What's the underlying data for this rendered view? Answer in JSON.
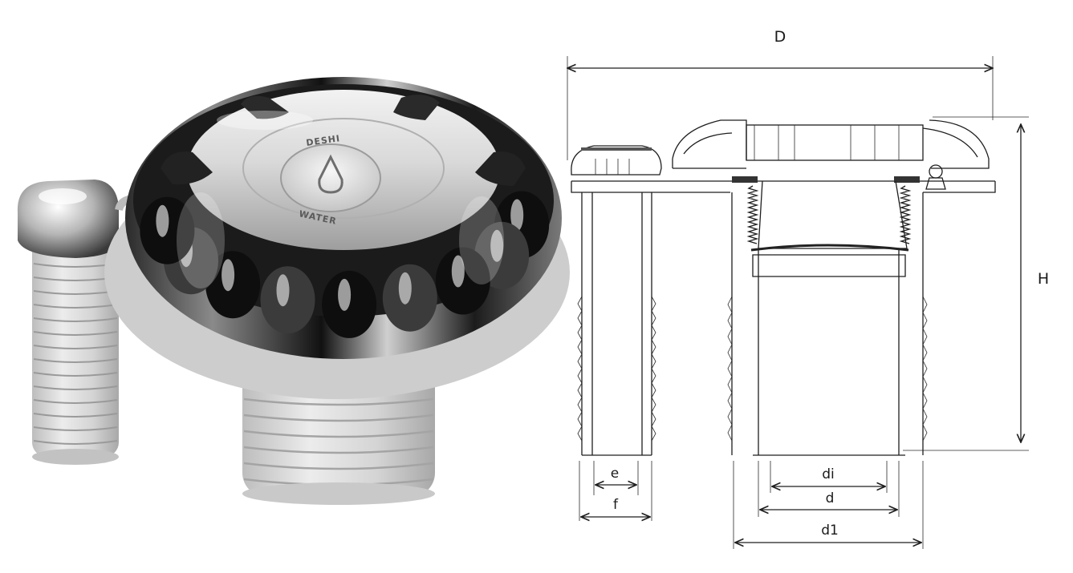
{
  "product_photo": {
    "cap_text_top": "DESHI",
    "cap_text_bottom": "WATER"
  },
  "drawing": {
    "labels": {
      "D": "D",
      "H": "H",
      "e": "e",
      "f": "f",
      "di": "di",
      "d": "d",
      "d1": "d1"
    }
  }
}
